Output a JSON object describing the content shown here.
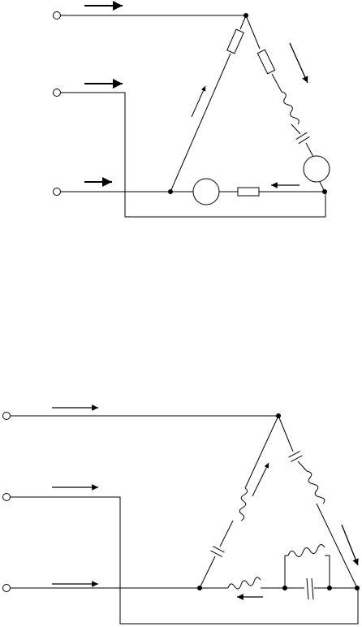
{
  "diagram": {
    "colors": {
      "wire": "#000000",
      "background": "#ffffff"
    },
    "circuits": [
      {
        "id": "circuit-1",
        "topology": "delta",
        "terminals": 3,
        "branch_elements": {
          "right_branch": [
            "resistor",
            "inductor",
            "capacitor",
            "source"
          ],
          "left_branch": [
            "resistor"
          ],
          "bottom_branch": [
            "resistor",
            "source"
          ]
        }
      },
      {
        "id": "circuit-2",
        "topology": "delta",
        "terminals": 3,
        "branch_elements": {
          "right_branch": [
            "capacitor",
            "inductor"
          ],
          "left_branch": [
            "inductor",
            "capacitor"
          ],
          "bottom_branch": [
            "inductor",
            "capacitor-with-parallel-inductor"
          ]
        }
      }
    ]
  }
}
